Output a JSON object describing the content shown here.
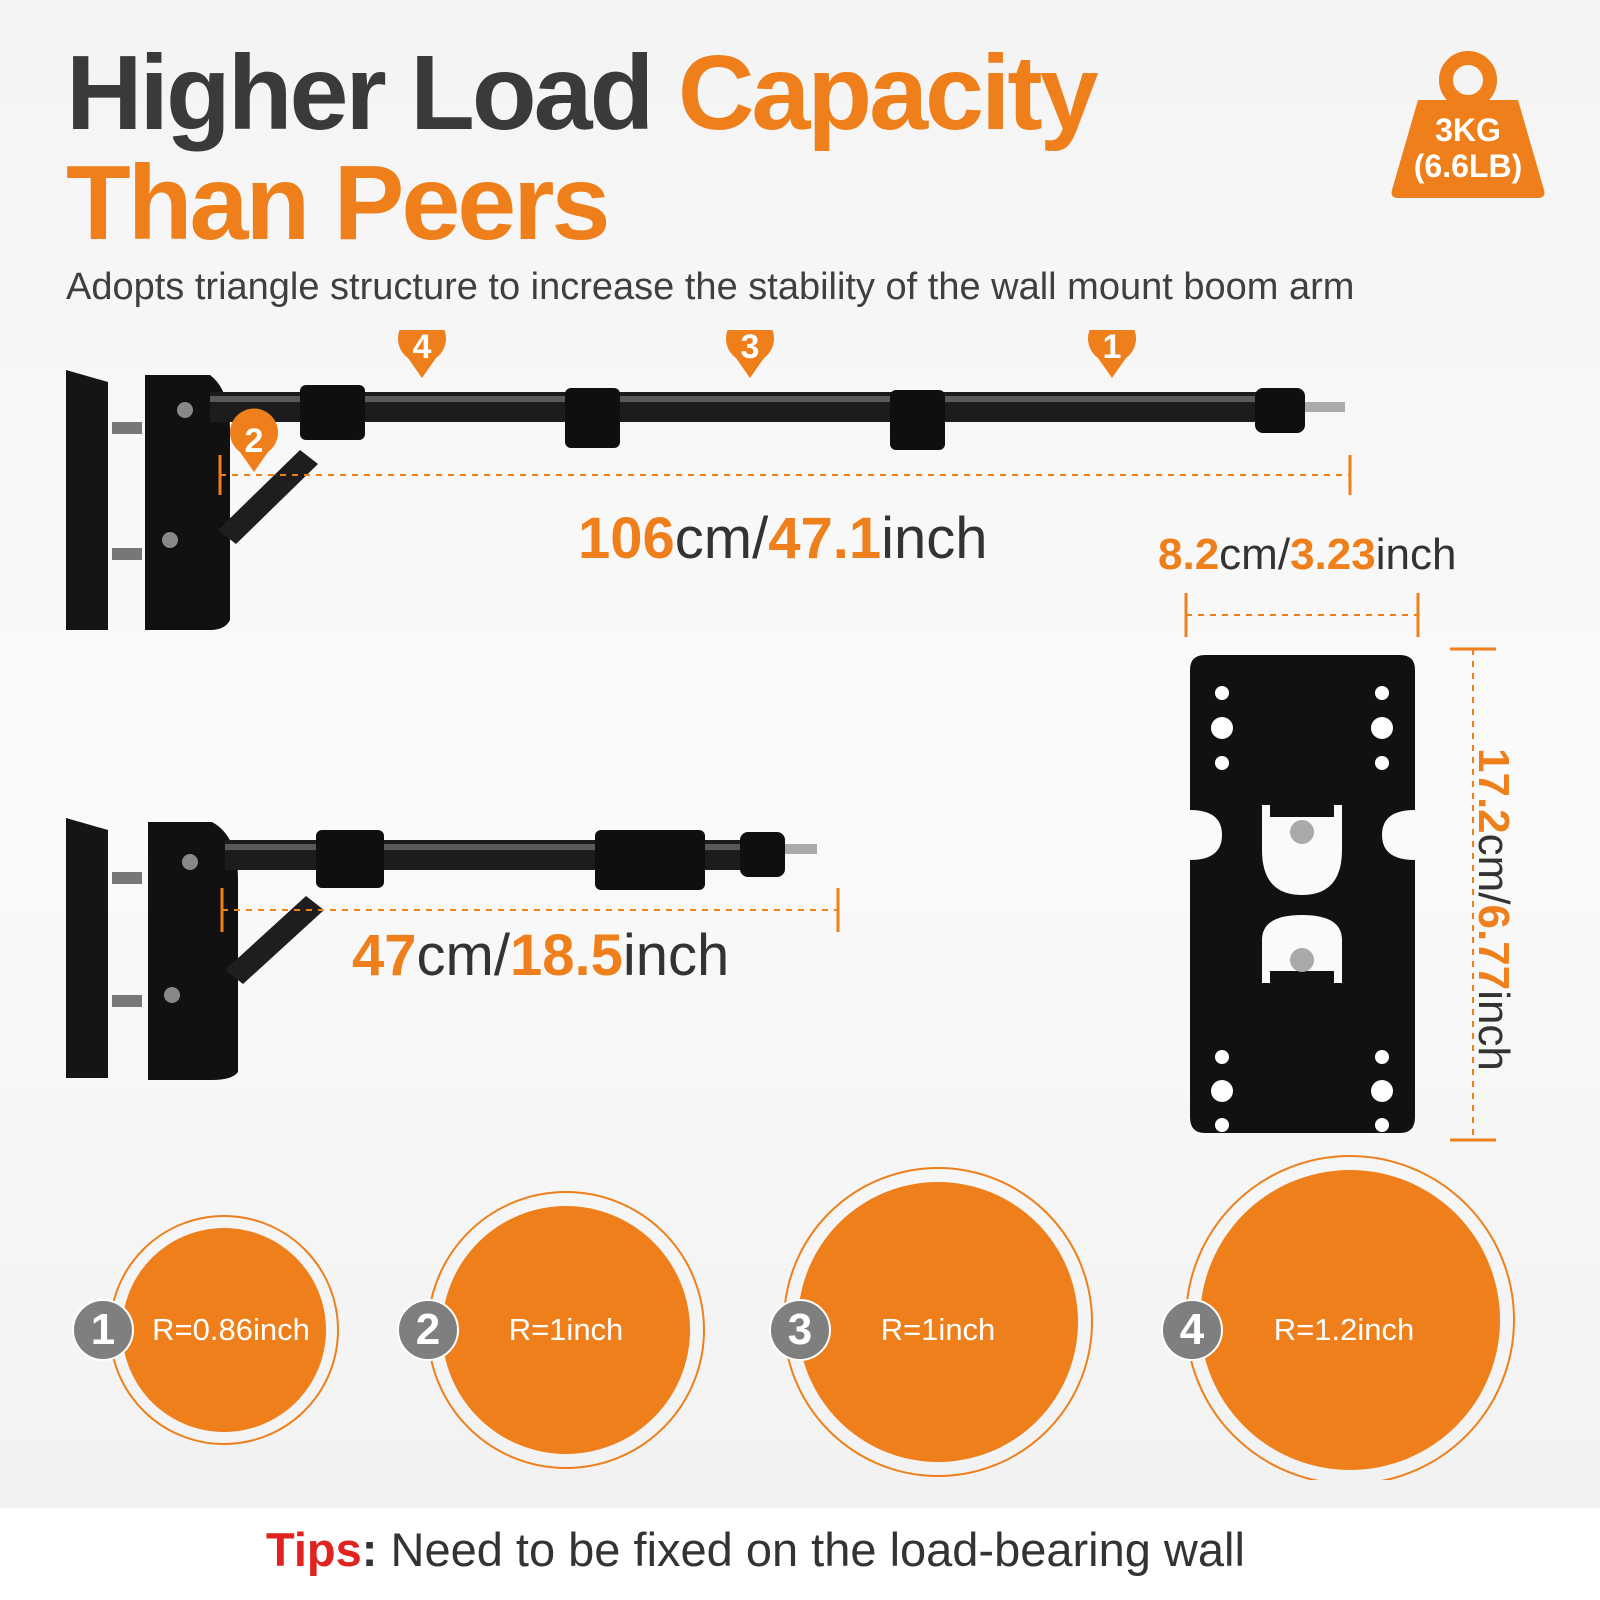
{
  "headline": {
    "line1_dark": "Higher Load",
    "line1_orange": "Capacity",
    "line2_orange": "Than Peers"
  },
  "subtitle": "Adopts triangle structure to increase the stability of the wall mount boom arm",
  "weight_badge": {
    "line1": "3KG",
    "line2": "(6.6LB)"
  },
  "extended_length": {
    "cm": "106",
    "cm_unit": "cm/",
    "inch": "47.1",
    "inch_unit": "inch"
  },
  "retracted_length": {
    "cm": "47",
    "cm_unit": "cm/",
    "inch": "18.5",
    "inch_unit": "inch"
  },
  "plate_width": {
    "cm": "8.2",
    "cm_unit": "cm/",
    "inch": "3.23",
    "inch_unit": "inch"
  },
  "plate_height": {
    "cm": "17.2",
    "cm_unit": "cm/",
    "inch": "6.77",
    "inch_unit": "inch"
  },
  "section_markers": [
    "4",
    "3",
    "1",
    "2"
  ],
  "sections": [
    {
      "num": "1",
      "label": "R=0.86inch"
    },
    {
      "num": "2",
      "label": "R=1inch"
    },
    {
      "num": "3",
      "label": "R=1inch"
    },
    {
      "num": "4",
      "label": "R=1.2inch"
    }
  ],
  "tips": {
    "label": "Tips",
    "colon": ":",
    "text": " Need to be fixed on the load-bearing wall"
  },
  "colors": {
    "accent": "#ee7f1b",
    "dark": "#3a3a3a",
    "tips": "#e0231f",
    "badge": "#7f7f7f"
  }
}
